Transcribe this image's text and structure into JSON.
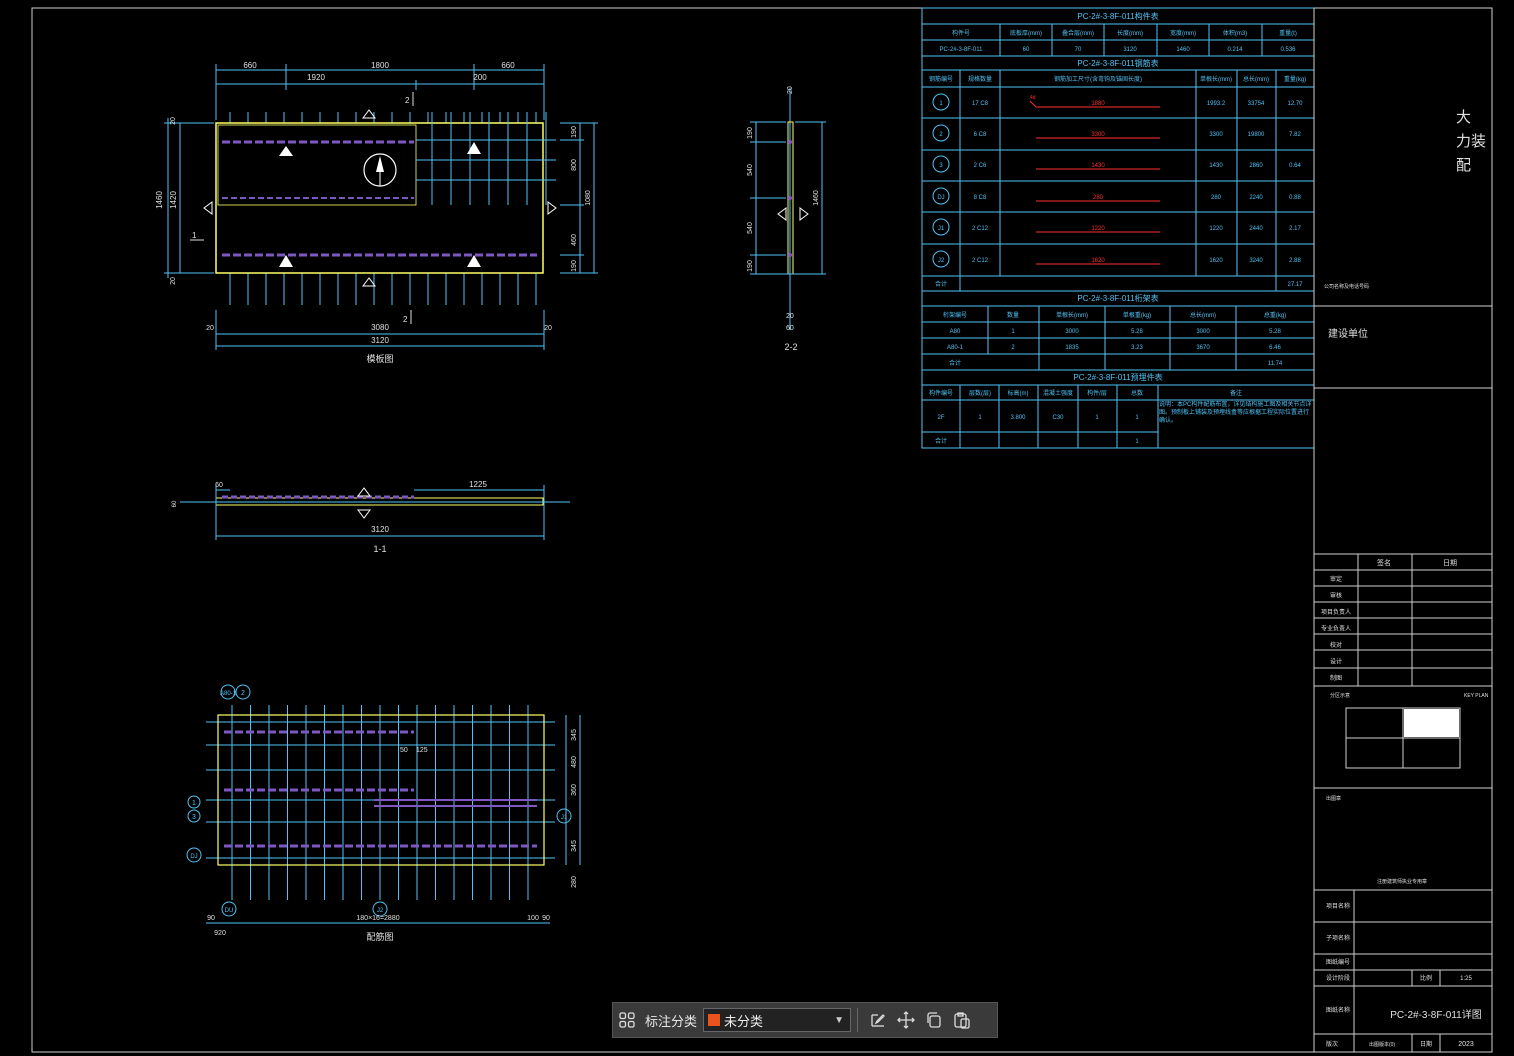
{
  "colors": {
    "background": "#000000",
    "cad_line": "#4fc3f7",
    "cad_text": "#e0e0e0",
    "outline": "#ffff66",
    "rebar": "#7e57c2",
    "red": "#ff3030",
    "toolbar_bg": "#3a3a3a",
    "category_swatch": "#e8541c"
  },
  "plan": {
    "top_dims": [
      "660",
      "1800",
      "660"
    ],
    "sub_dims": [
      "1920",
      "200"
    ],
    "marker_2": "2",
    "left_dims": [
      "1420",
      "1460"
    ],
    "left_small": [
      "20",
      "20"
    ],
    "marker_1": "1",
    "right_dims": [
      "190",
      "800",
      "1080",
      "460",
      "190"
    ],
    "bottom_dims": [
      "20",
      "3080",
      "20",
      "3120"
    ],
    "title": "模板图"
  },
  "section22": {
    "dims": [
      "190",
      "540",
      "540",
      "190",
      "1460"
    ],
    "title": "2-2",
    "top_num": "20",
    "bottom_nums": [
      "20",
      "60"
    ]
  },
  "section11": {
    "dims": [
      "60",
      "1225",
      "3120",
      "60"
    ],
    "title": "1-1"
  },
  "rebar_plan": {
    "tags": [
      "A80-1",
      "2",
      "1",
      "3",
      "DJ",
      "J1",
      "DU",
      "J2"
    ],
    "left_dims": [
      "90",
      "920"
    ],
    "bottom_dims": [
      "180×16=2880",
      "100",
      "90"
    ],
    "mid_label": "50",
    "mid_label2": "125",
    "right_dims": [
      "345",
      "480",
      "360",
      "345",
      "280"
    ],
    "title": "配筋图"
  },
  "table_main": {
    "title": "PC-2#-3-8F-011构件表",
    "headers": [
      "构件号",
      "底板厚(mm)",
      "叠合层(mm)",
      "长度(mm)",
      "宽度(mm)",
      "体积(m3)",
      "重量(t)"
    ],
    "row": [
      "PC-2#-3-8F-011",
      "60",
      "70",
      "3120",
      "1460",
      "0.214",
      "0.536"
    ]
  },
  "table_rebar": {
    "title": "PC-2#-3-8F-011钢筋表",
    "headers": [
      "钢筋编号",
      "规格数量",
      "钢筋加工尺寸(含弯钩及锚固长度)",
      "单根长(mm)",
      "总长(mm)",
      "重量(kg)"
    ],
    "rows": [
      {
        "id": "1",
        "spec": "17 C8",
        "shape": "1880",
        "hook": "4d",
        "len": "1993.2",
        "total": "33754",
        "wt": "12.70"
      },
      {
        "id": "2",
        "spec": "6 C8",
        "shape": "3300",
        "hook": "",
        "len": "3300",
        "total": "19800",
        "wt": "7.82"
      },
      {
        "id": "3",
        "spec": "2 C6",
        "shape": "1430",
        "hook": "",
        "len": "1430",
        "total": "2860",
        "wt": "0.64"
      },
      {
        "id": "DJ",
        "spec": "8 C8",
        "shape": "280",
        "hook": "",
        "len": "280",
        "total": "2240",
        "wt": "0.88"
      },
      {
        "id": "J1",
        "spec": "2 C12",
        "shape": "1220",
        "hook": "",
        "len": "1220",
        "total": "2440",
        "wt": "2.17"
      },
      {
        "id": "J2",
        "spec": "2 C12",
        "shape": "1620",
        "hook": "",
        "len": "1620",
        "total": "3240",
        "wt": "2.88"
      }
    ],
    "sum_label": "合计",
    "sum_value": "27.17"
  },
  "table_embed": {
    "title": "PC-2#-3-8F-011桁架表",
    "headers": [
      "桁架编号",
      "数量",
      "单根长(mm)",
      "单根重(kg)",
      "总长(mm)",
      "总重(kg)"
    ],
    "rows": [
      [
        "A80",
        "1",
        "3000",
        "5.28",
        "3000",
        "5.28"
      ],
      [
        "A80-1",
        "2",
        "1835",
        "3.23",
        "3670",
        "6.46"
      ]
    ],
    "sum_label": "合计",
    "sum_value": "11.74"
  },
  "table_lift": {
    "title": "PC-2#-3-8F-011预埋件表",
    "headers": [
      "构件编号",
      "层数(层)",
      "标高(m)",
      "混凝土强度",
      "构件/层",
      "总数",
      "备注"
    ],
    "row": [
      "2F",
      "1",
      "3.800",
      "C30",
      "1",
      "1"
    ],
    "note": "说明：本PC构件配筋布置，详见结构施工图及相关节点详图。预制板上铺装及预埋线盒等应根据工程实际位置进行确认。",
    "sum_label": "合计",
    "sum_value": "1"
  },
  "title_block": {
    "company_chars": [
      "大",
      "力装",
      "配"
    ],
    "small_note": "公司名称及电话号码",
    "build_unit": "建设单位",
    "sign_headers": [
      "签名",
      "日期"
    ],
    "sign_rows": [
      "审定",
      "审核",
      "项目负责人",
      "专业负责人",
      "校对",
      "设计",
      "制图"
    ],
    "key_plan_label": "分区示意",
    "key_plan_en": "KEY PLAN",
    "stamp_label": "出图章",
    "stamp_sub": "注册建筑师执业专用章",
    "project_label": "项目名称",
    "subproject_label": "子项名称",
    "drawing_no_label": "图纸编号",
    "design_phase_label": "设计阶段",
    "scale_label": "比例",
    "scale_value": "1:25",
    "drawing_name_label": "图纸名称",
    "drawing_name": "PC-2#-3-8F-011详图",
    "version_label": "版次",
    "version_value": "出图版本(0)",
    "date_label": "日期",
    "date_value": "2023"
  },
  "toolbar": {
    "grid_icon": "apps-grid-icon",
    "label": "标注分类",
    "category": "未分类",
    "edit_icon": "edit-annotation-icon",
    "move_icon": "move-icon",
    "copy_icon": "copy-icon",
    "paste_icon": "paste-icon"
  }
}
